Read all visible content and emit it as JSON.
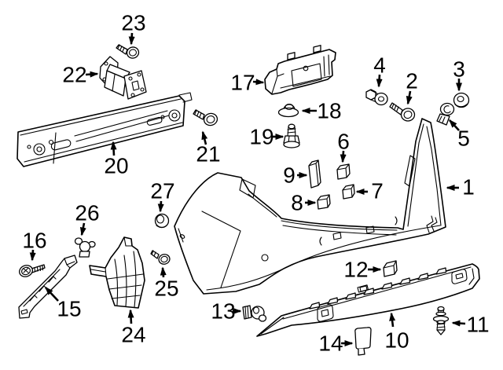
{
  "diagram": {
    "background_color": "#ffffff",
    "line_color": "#000000",
    "callouts": [
      {
        "label": "1"
      },
      {
        "label": "2"
      },
      {
        "label": "3"
      },
      {
        "label": "4"
      },
      {
        "label": "5"
      },
      {
        "label": "6"
      },
      {
        "label": "7"
      },
      {
        "label": "8"
      },
      {
        "label": "9"
      },
      {
        "label": "10"
      },
      {
        "label": "11"
      },
      {
        "label": "12"
      },
      {
        "label": "13"
      },
      {
        "label": "14"
      },
      {
        "label": "15"
      },
      {
        "label": "16"
      },
      {
        "label": "17"
      },
      {
        "label": "18"
      },
      {
        "label": "19"
      },
      {
        "label": "20"
      },
      {
        "label": "21"
      },
      {
        "label": "22"
      },
      {
        "label": "23"
      },
      {
        "label": "24"
      },
      {
        "label": "25"
      },
      {
        "label": "26"
      },
      {
        "label": "27"
      }
    ]
  }
}
